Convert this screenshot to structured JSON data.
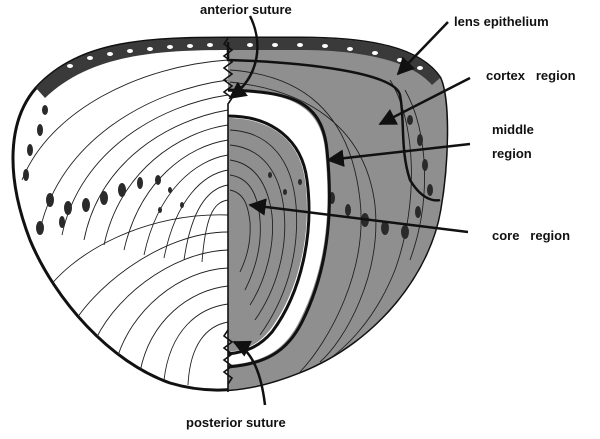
{
  "labels": {
    "anterior_suture": "anterior suture",
    "lens_epithelium": "lens epithelium",
    "cortex_region": "cortex   region",
    "middle_region_line1": "middle",
    "middle_region_line2": "region",
    "core_region": "core   region",
    "posterior_suture": "posterior suture"
  },
  "colors": {
    "outline": "#111111",
    "shaded_half": "#8f8f8f",
    "epithelium_band": "#3a3a3a",
    "background": "#ffffff"
  }
}
